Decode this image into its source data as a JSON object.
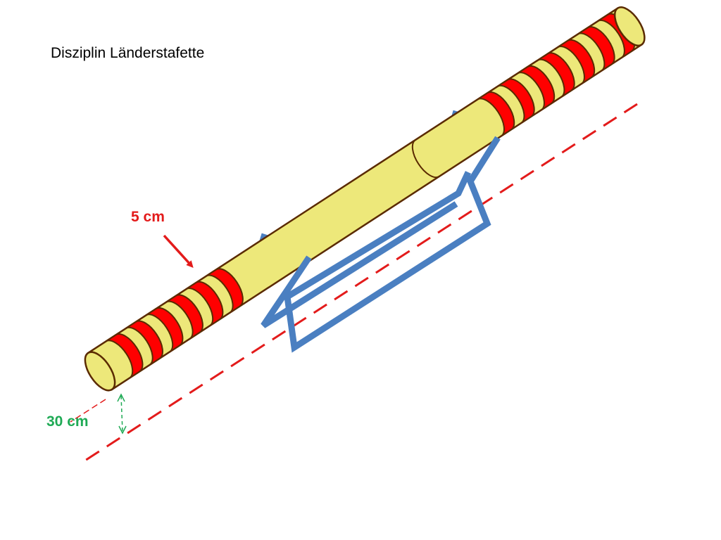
{
  "title": "Disziplin Länderstafette",
  "labels": {
    "stripe_width": "5 cm",
    "distance": "30 cm"
  },
  "colors": {
    "baton_fill": "#ede87a",
    "stripe": "#ff0000",
    "outline": "#5a2a00",
    "marker_line": "#e31b1b",
    "hurdle": "#4a7fc1",
    "dimension": "#1faa55",
    "label_red": "#e31b1b",
    "label_green": "#1faa55"
  }
}
